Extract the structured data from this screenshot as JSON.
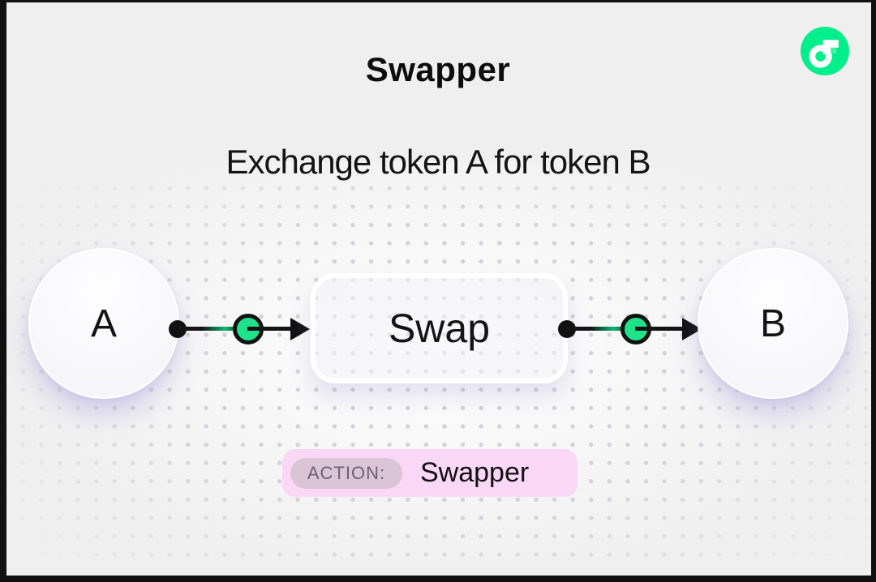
{
  "frame": {
    "background_color": "#EFEFEF",
    "border_color": "#111111"
  },
  "logo": {
    "brand": "Flow",
    "circle_color": "#00EF8B",
    "mark_color": "#FFFFFF",
    "notch_color": "#41F1A4"
  },
  "header": {
    "title": "Swapper",
    "subtitle": "Exchange token A for token B"
  },
  "flow": {
    "source_node": {
      "label": "A"
    },
    "action_node": {
      "label": "Swap"
    },
    "target_node": {
      "label": "B"
    },
    "connector_green": "#1FE38B",
    "connector_black": "#111111",
    "direction": "left-to-right"
  },
  "action_badge": {
    "label": "ACTION:",
    "value": "Swapper",
    "badge_bg": "#FAD7F6",
    "label_bg": "#DAC4D6",
    "label_color": "#68646E"
  }
}
